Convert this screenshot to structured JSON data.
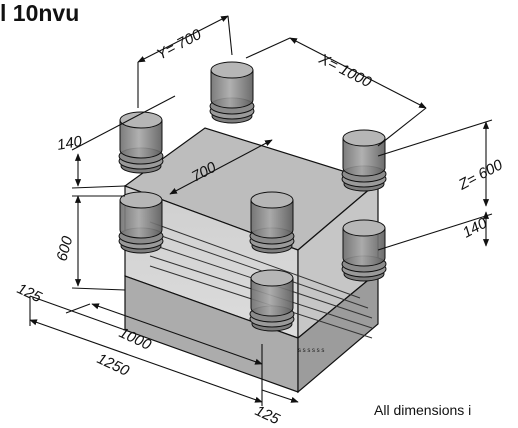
{
  "title": "l 10nvu",
  "note": "All dimensions i",
  "dimensions": {
    "y": "Y= 700",
    "x": "X= 1000",
    "z": "Z= 600",
    "top_offset_left": "140",
    "top_offset_right": "140",
    "height": "600",
    "depth": "700",
    "margin_left": "125",
    "width_inner": "1000",
    "width_total": "1250",
    "margin_right": "125"
  },
  "colors": {
    "box_top": "#b9b9b9",
    "box_front": "#d6d6d6",
    "box_side": "#c4c4c4",
    "box_base_front": "#a9a9a9",
    "box_base_side": "#9a9a9a",
    "cylinder": "#8a8a8a",
    "line": "#111111"
  },
  "icons": {
    "cylinder": "cylinder-icon",
    "dimension_arrow": "dimension-arrow-icon"
  }
}
